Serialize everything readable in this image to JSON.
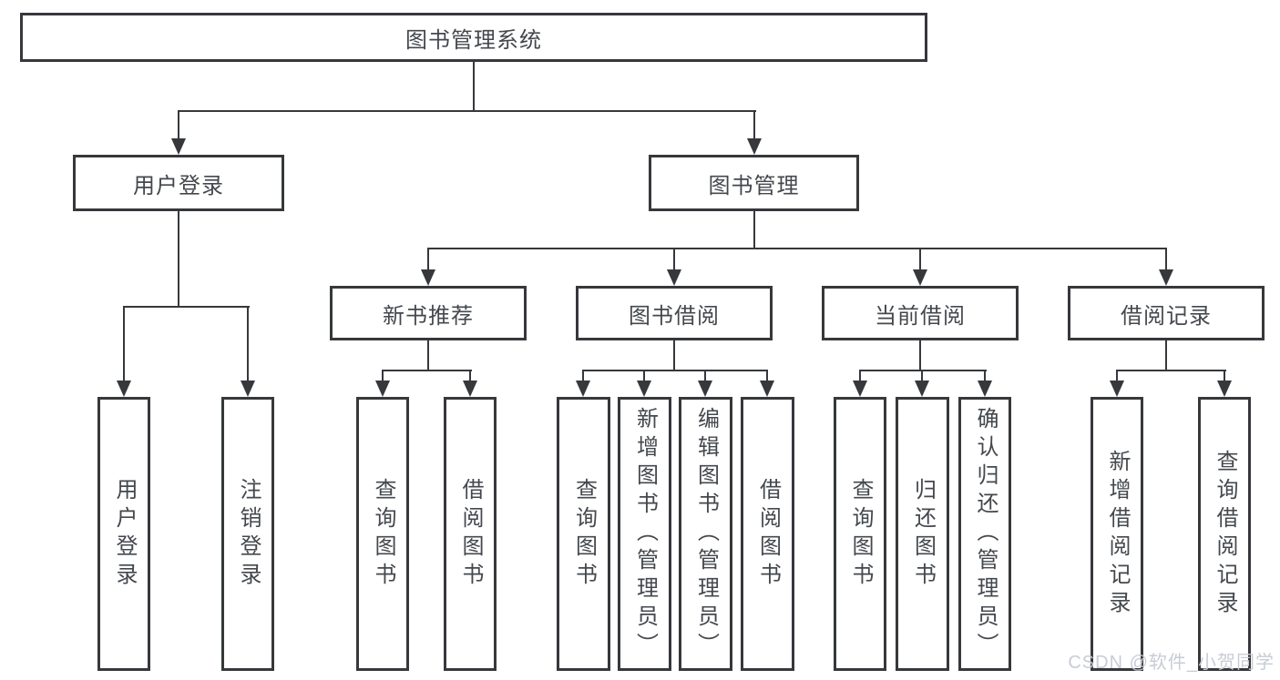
{
  "colors": {
    "line": "#36383b",
    "text": "#44484d",
    "watermark": "#c6cad2",
    "background": "#ffffff"
  },
  "watermark": {
    "text": "CSDN @软件_小贺同学"
  },
  "diagram": {
    "type": "hierarchy-tree",
    "root": {
      "label": "图书管理系统",
      "children": [
        {
          "label": "用户登录",
          "children": [
            {
              "label": "用户登录"
            },
            {
              "label": "注销登录"
            }
          ]
        },
        {
          "label": "图书管理",
          "children": [
            {
              "label": "新书推荐",
              "children": [
                {
                  "label": "查询图书"
                },
                {
                  "label": "借阅图书"
                }
              ]
            },
            {
              "label": "图书借阅",
              "children": [
                {
                  "label": "查询图书"
                },
                {
                  "label": "新增图书（管理员）"
                },
                {
                  "label": "编辑图书（管理员）"
                },
                {
                  "label": "借阅图书"
                }
              ]
            },
            {
              "label": "当前借阅",
              "children": [
                {
                  "label": "查询图书"
                },
                {
                  "label": "归还图书"
                },
                {
                  "label": "确认归还（管理员）"
                }
              ]
            },
            {
              "label": "借阅记录",
              "children": [
                {
                  "label": "新增借阅记录"
                },
                {
                  "label": "查询借阅记录"
                }
              ]
            }
          ]
        }
      ]
    }
  }
}
